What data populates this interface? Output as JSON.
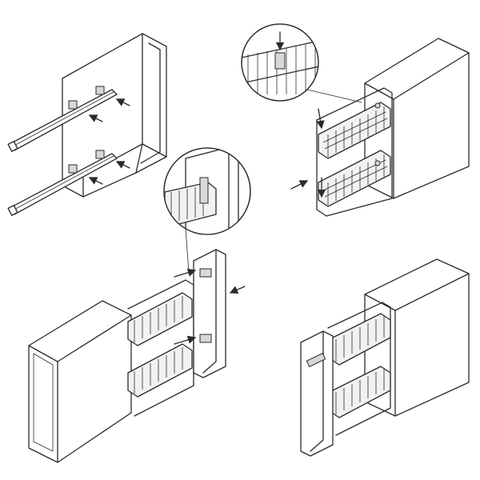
{
  "steps": [
    {
      "id": "step-1"
    },
    {
      "id": "step-2"
    },
    {
      "id": "step-3"
    },
    {
      "id": "step-4"
    }
  ],
  "colors": {
    "line": "#2a2a2a",
    "background": "#ffffff",
    "panel": "#f2f2f2"
  }
}
